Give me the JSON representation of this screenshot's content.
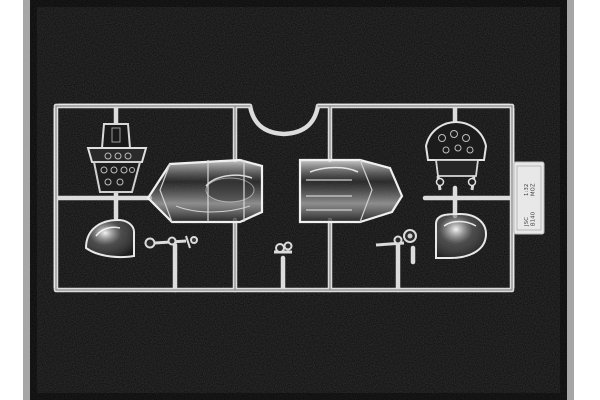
{
  "scene": {
    "background_color": "#ffffff",
    "photo_background_color": "#0a0a0a",
    "plastic_color": "#dcdcdc"
  },
  "sprue_tag": {
    "lines": [
      "JSC",
      "B140",
      "1:32",
      "MOZ"
    ]
  }
}
